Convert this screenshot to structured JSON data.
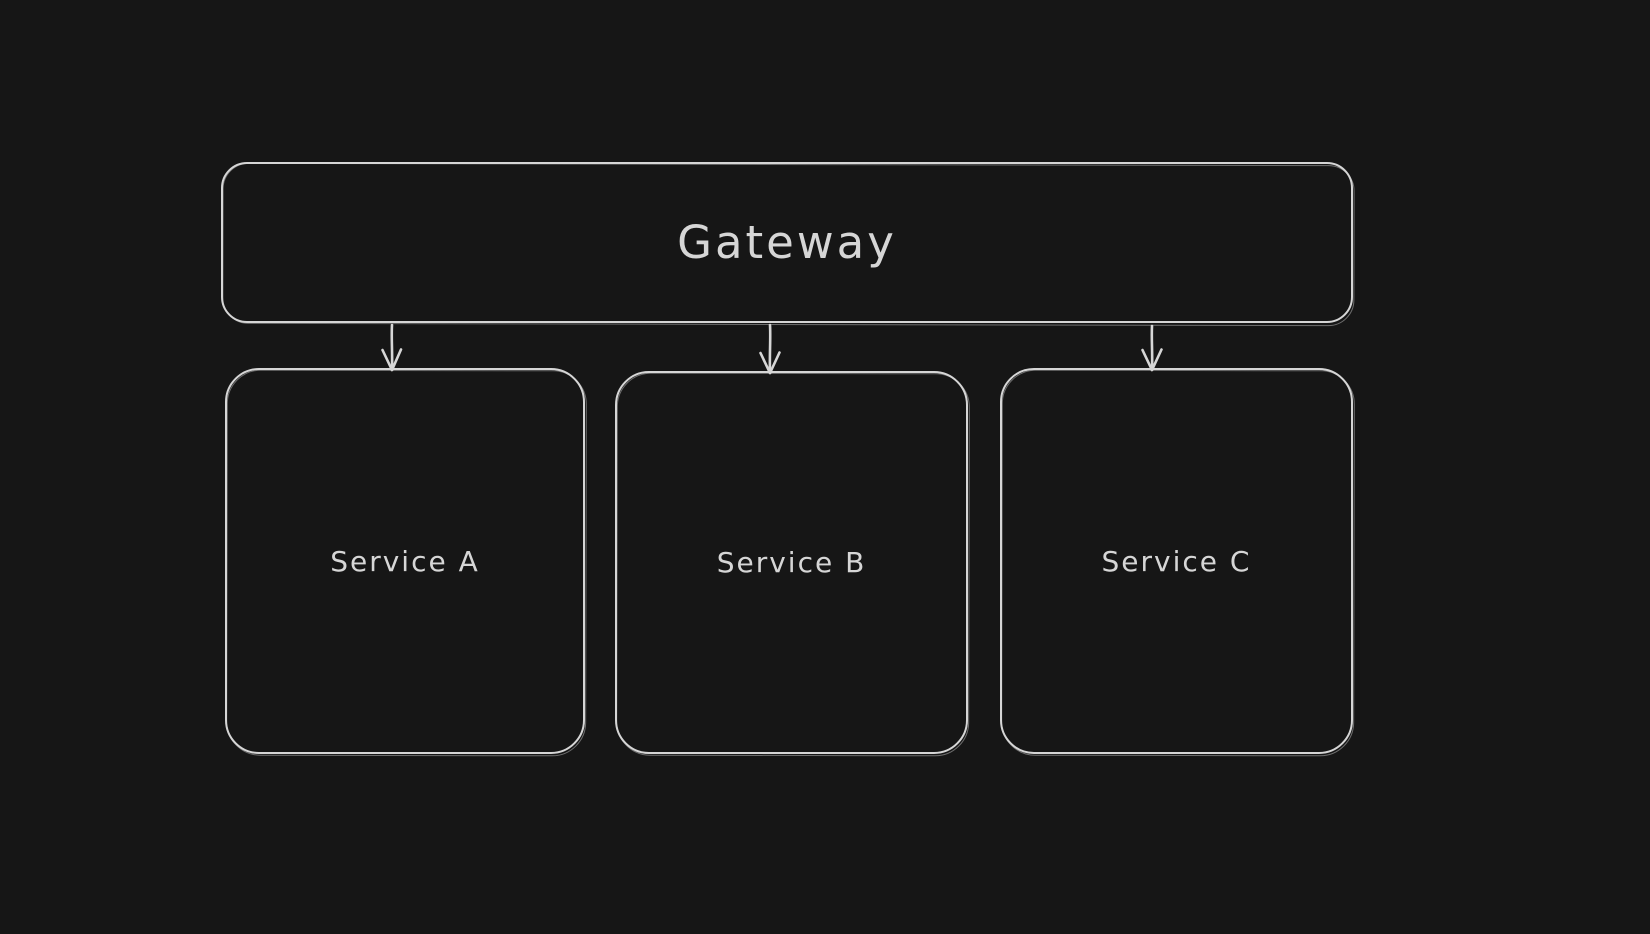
{
  "canvas": {
    "background_color": "#161616",
    "stroke_color": "#d6d6d6"
  },
  "diagram": {
    "type": "architecture-sketch",
    "nodes": [
      {
        "id": "gateway",
        "label": "Gateway",
        "shape": "rounded-rectangle"
      },
      {
        "id": "service-a",
        "label": "Service A",
        "shape": "rounded-rectangle"
      },
      {
        "id": "service-b",
        "label": "Service B",
        "shape": "rounded-rectangle"
      },
      {
        "id": "service-c",
        "label": "Service C",
        "shape": "rounded-rectangle"
      }
    ],
    "edges": [
      {
        "from": "gateway",
        "to": "service-a",
        "style": "arrow-down"
      },
      {
        "from": "gateway",
        "to": "service-b",
        "style": "arrow-down"
      },
      {
        "from": "gateway",
        "to": "service-c",
        "style": "arrow-down"
      }
    ]
  }
}
